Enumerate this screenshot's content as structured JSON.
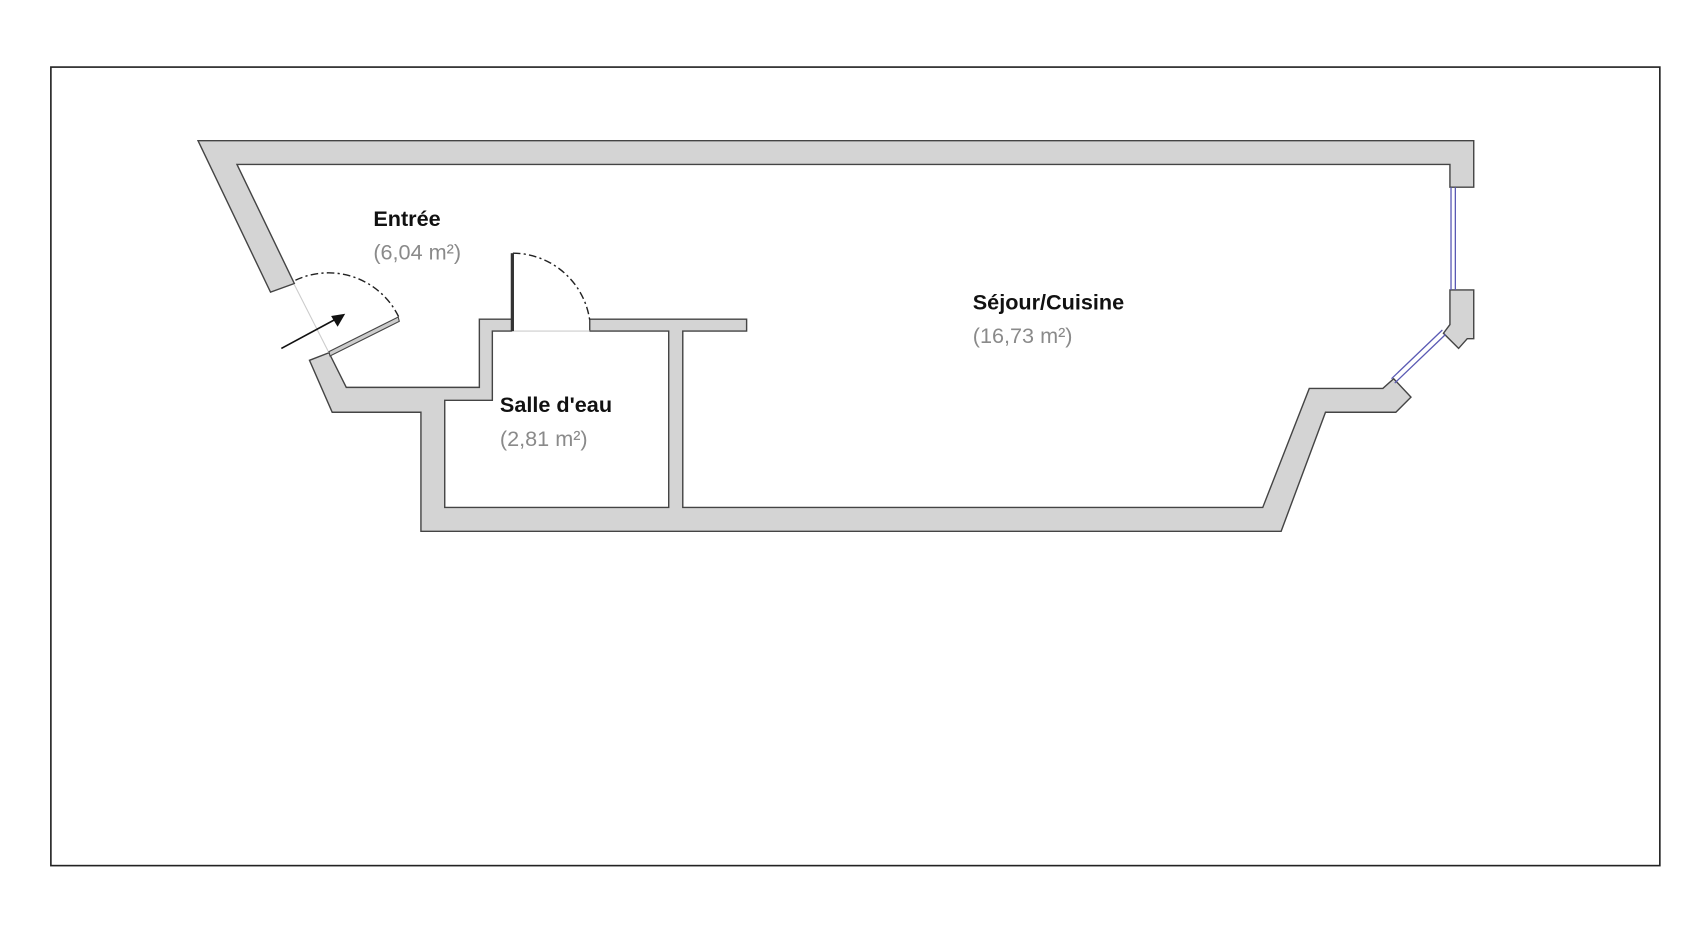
{
  "plan": {
    "rooms": [
      {
        "name": "Entrée",
        "area": "(6,04 m²)"
      },
      {
        "name": "Salle d'eau",
        "area": "(2,81 m²)"
      },
      {
        "name": "Séjour/Cuisine",
        "area": "(16,73 m²)"
      }
    ]
  },
  "colors": {
    "wall": "#d4d4d4",
    "window": "#5a5ab4",
    "area_text": "#8a8a8a"
  }
}
